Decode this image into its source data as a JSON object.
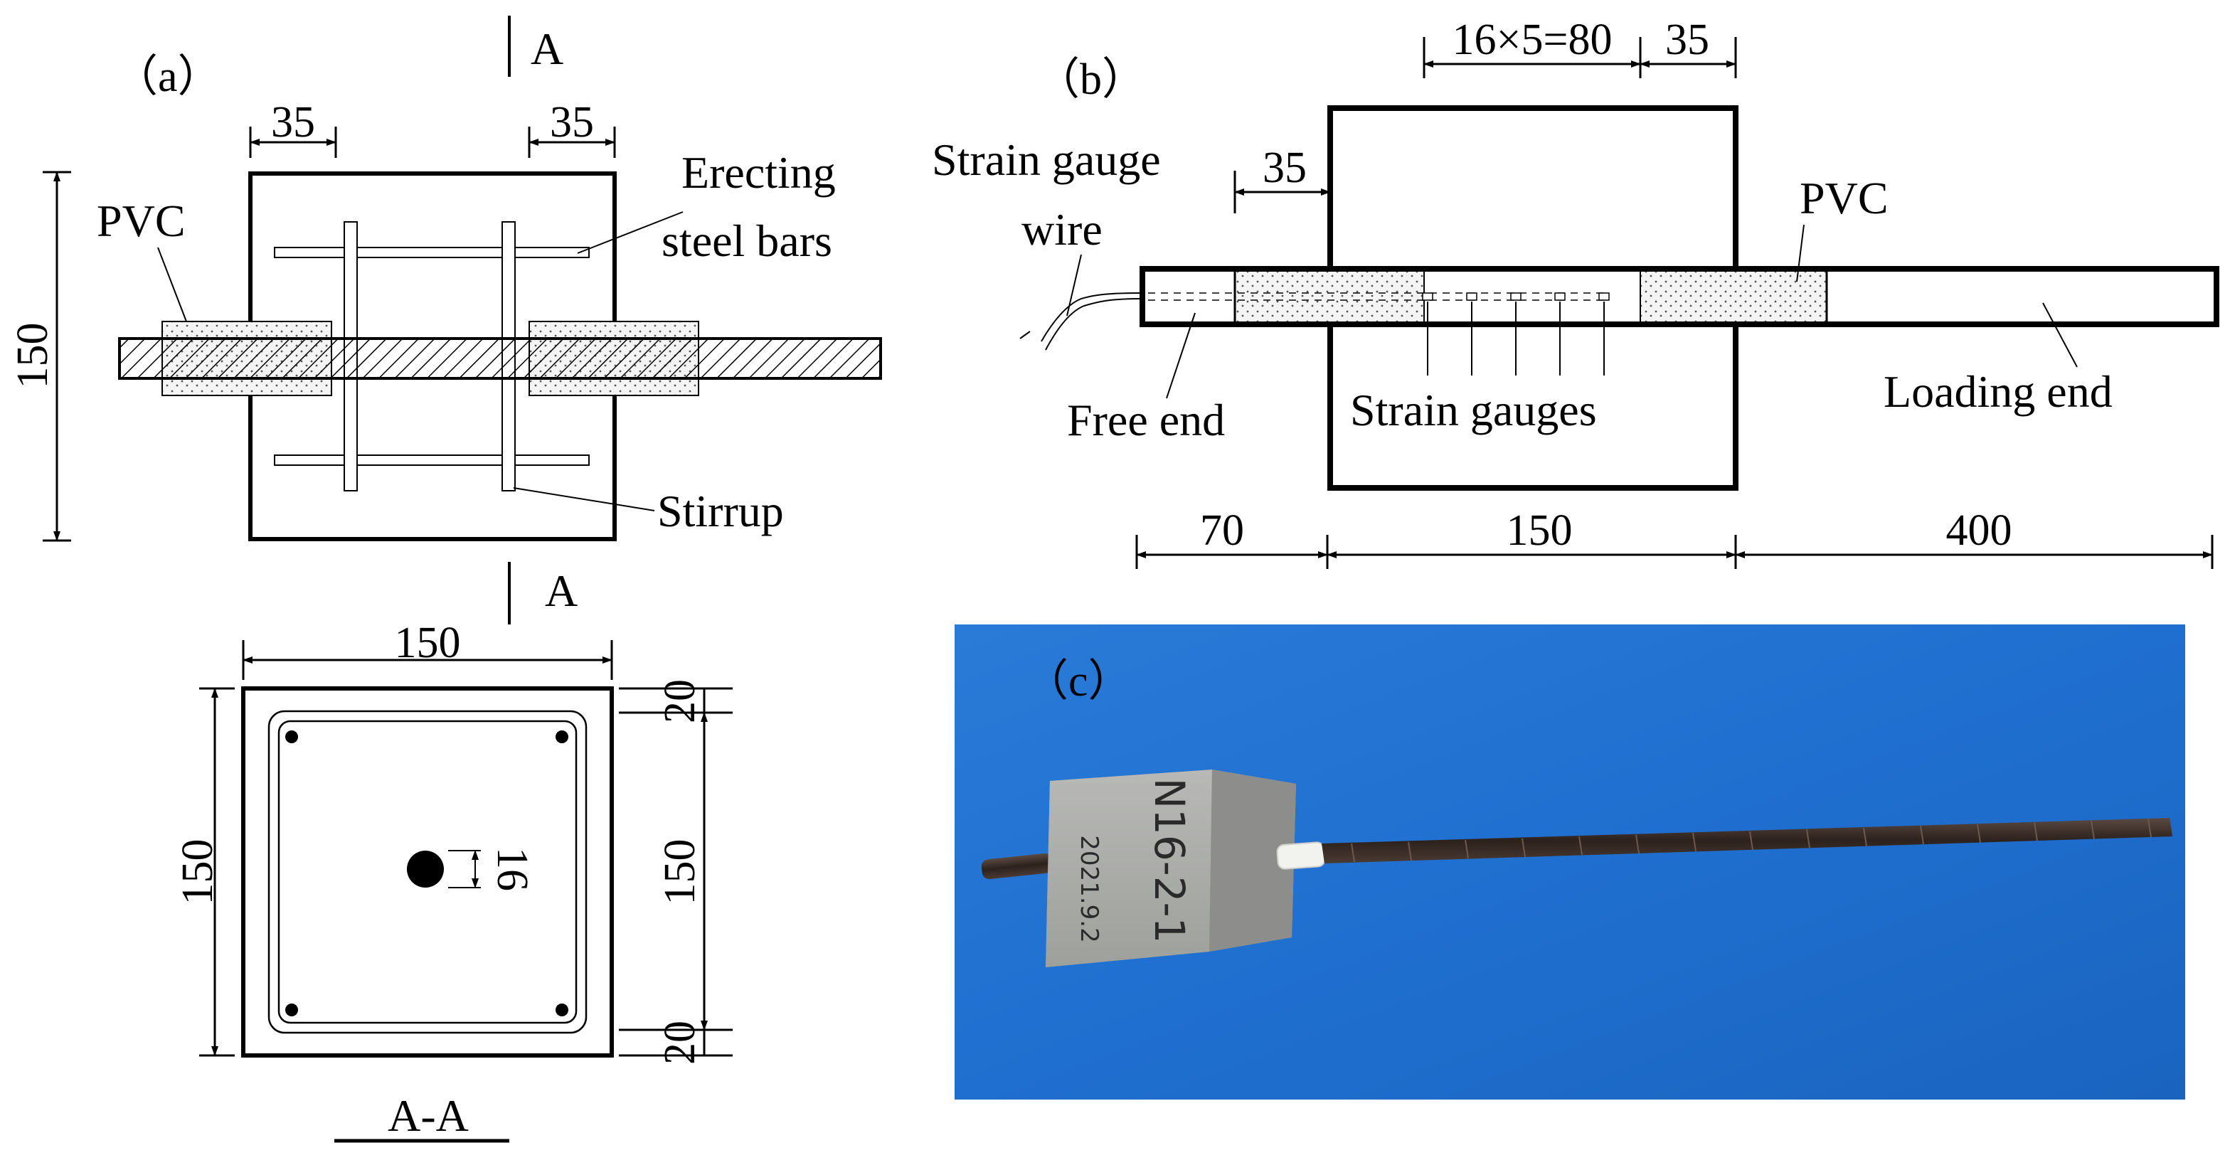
{
  "panels": {
    "a": "（a）",
    "b": "（b）",
    "c": "（c）"
  },
  "panel_a": {
    "section_mark_top": "A",
    "section_mark_bottom": "A",
    "dim_left_35": "35",
    "dim_right_35": "35",
    "dim_height_150": "150",
    "pvc": "PVC",
    "erecting_line1": "Erecting",
    "erecting_line2": "steel bars",
    "stirrup": "Stirrup"
  },
  "section_aa": {
    "dim_top_150": "150",
    "dim_left_150": "150",
    "dim_right_150": "150",
    "dim_top_20": "20",
    "dim_bottom_20": "20",
    "bar_dia_16": "16",
    "title": "A-A"
  },
  "panel_b": {
    "dim_gauges": "16×5=80",
    "dim_35_top": "35",
    "dim_35_left": "35",
    "wire_line1": "Strain gauge",
    "wire_line2": "wire",
    "pvc": "PVC",
    "free_end": "Free end",
    "strain_gauges": "Strain gauges",
    "loading_end": "Loading end",
    "dim_70": "70",
    "dim_150": "150",
    "dim_400": "400"
  },
  "panel_c": {
    "specimen_label": "N16-2-1",
    "specimen_date": "2021.9.2"
  },
  "colors": {
    "line": "#000000",
    "photo_background": "#1f6fd0",
    "concrete_block": "#a9aaa8",
    "steel_bar": "#3a2b24",
    "pvc_sleeve": "#f2f2ee"
  }
}
